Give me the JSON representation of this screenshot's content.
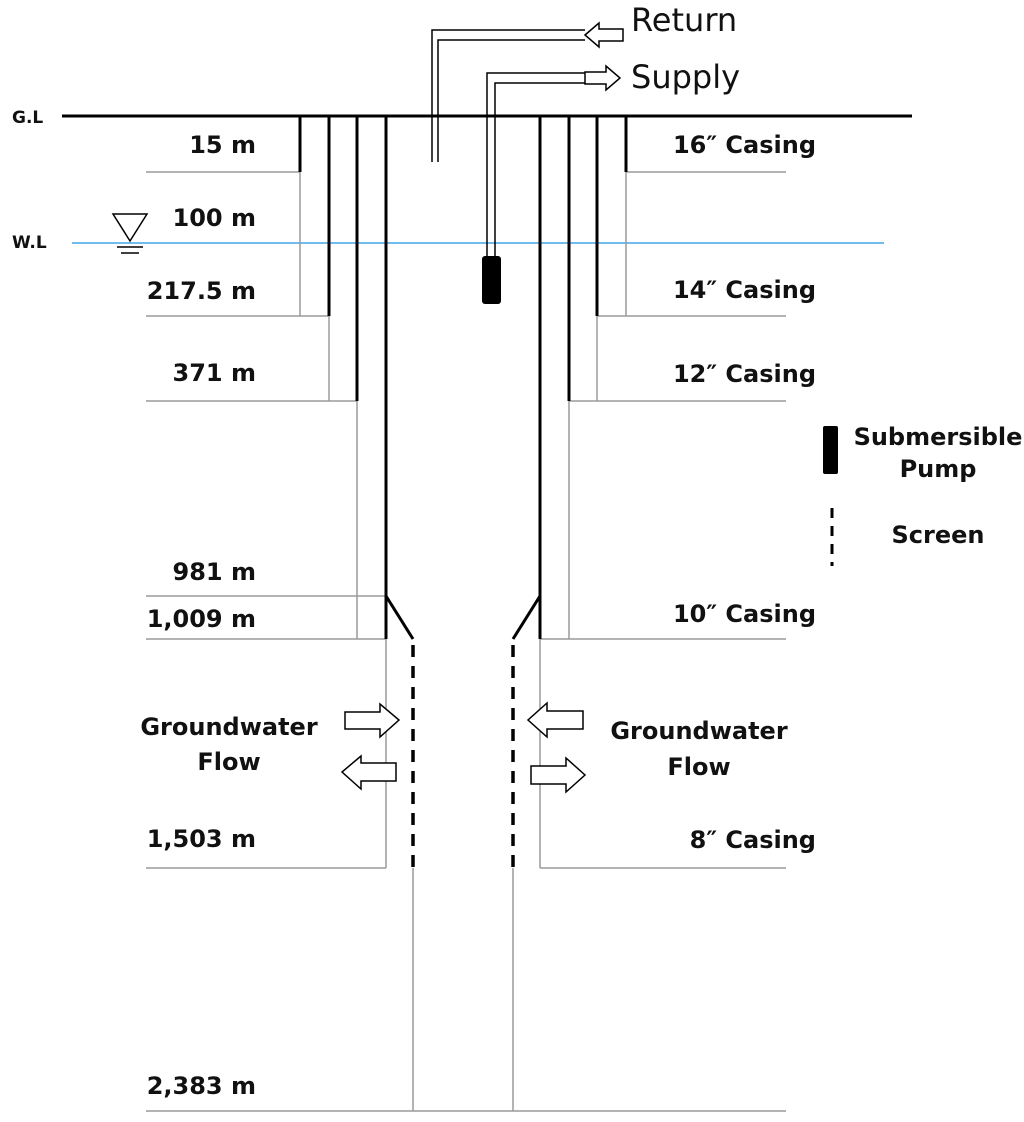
{
  "ground_level_label": "G.L",
  "water_level_label": "W.L",
  "return_label": "Return",
  "supply_label": "Supply",
  "depths": {
    "d15": "15 m",
    "d100": "100 m",
    "d217": "217.5 m",
    "d371": "371 m",
    "d981": "981 m",
    "d1009": "1,009 m",
    "d1503": "1,503 m",
    "d2383": "2,383 m"
  },
  "casings": {
    "c16": "16″ Casing",
    "c14": "14″ Casing",
    "c12": "12″ Casing",
    "c10": "10″ Casing",
    "c8": "8″ Casing"
  },
  "flow": {
    "left_line1": "Groundwater",
    "left_line2": "Flow",
    "right_line1": "Groundwater",
    "right_line2": "Flow"
  },
  "legend": {
    "pump_line1": "Submersible",
    "pump_line2": "Pump",
    "screen": "Screen"
  },
  "colors": {
    "water_level_line": "#3ea7e8",
    "casing_wall": "#000000",
    "borehole_wall": "#9a9a9a"
  }
}
